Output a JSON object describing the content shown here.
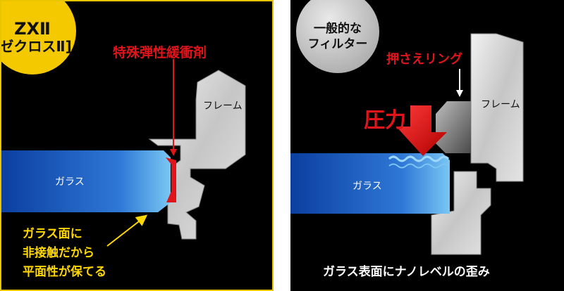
{
  "left": {
    "badge_line1": "ZXⅡ",
    "badge_line2": "[ゼクロスⅡ]",
    "cushion_label": "特殊弾性緩衝剤",
    "frame_label": "フレーム",
    "glass_label": "ガラス",
    "note_lines": [
      "ガラス面に",
      "非接触だから",
      "平面性が保てる"
    ],
    "colors": {
      "badge": "#f4c900",
      "border": "#e9c400",
      "cushion": "#e0141b",
      "glass": "#2f78d6",
      "note": "#ffd800"
    }
  },
  "right": {
    "badge_line1": "一般的な",
    "badge_line2": "フィルター",
    "ring_label": "押さえリング",
    "pressure_label": "圧力",
    "frame_label": "フレーム",
    "glass_label": "ガラス",
    "caption": "ガラス表面にナノレベルの歪み",
    "colors": {
      "badge": "#b5b5b5",
      "arrow": "#e0141b",
      "glass": "#2f78d6"
    }
  }
}
